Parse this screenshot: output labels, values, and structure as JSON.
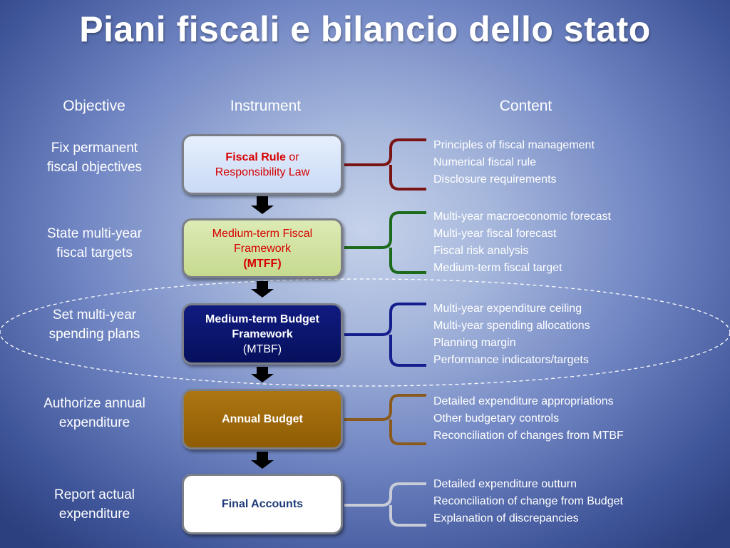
{
  "title": "Piani fiscali e bilancio dello stato",
  "columns": {
    "objective": "Objective",
    "instrument": "Instrument",
    "content": "Content"
  },
  "rows": [
    {
      "objective": [
        "Fix permanent",
        "fiscal objectives"
      ],
      "instrument": {
        "line1_bold": "Fiscal Rule",
        "line1_rest": " or",
        "line2": "Responsibility Law"
      },
      "content": [
        "Principles of fiscal management",
        "Numerical fiscal rule",
        "Disclosure requirements"
      ],
      "bracket_color": "#7a1414"
    },
    {
      "objective": [
        "State multi-year",
        "fiscal targets"
      ],
      "instrument": {
        "line1": "Medium-term Fiscal",
        "line2": "Framework",
        "line3": "(MTFF)"
      },
      "content": [
        "Multi-year macroeconomic forecast",
        "Multi-year fiscal forecast",
        "Fiscal risk analysis",
        "Medium-term fiscal target"
      ],
      "bracket_color": "#1c6a1c"
    },
    {
      "objective": [
        "Set multi-year",
        "spending plans"
      ],
      "instrument": {
        "line1": "Medium-term Budget",
        "line2": "Framework",
        "line3": "(MTBF)"
      },
      "content": [
        "Multi-year expenditure ceiling",
        "Multi-year spending allocations",
        "Planning margin",
        "Performance indicators/targets"
      ],
      "bracket_color": "#141e8c"
    },
    {
      "objective": [
        "Authorize annual",
        "expenditure"
      ],
      "instrument": {
        "line1": "Annual Budget"
      },
      "content": [
        "Detailed expenditure appropriations",
        "Other budgetary controls",
        "Reconciliation of changes from MTBF"
      ],
      "bracket_color": "#8a5a1c"
    },
    {
      "objective": [
        "Report actual",
        "expenditure"
      ],
      "instrument": {
        "line1": "Final Accounts"
      },
      "content": [
        "Detailed expenditure outturn",
        "Reconciliation of change from Budget",
        "Explanation of discrepancies"
      ],
      "bracket_color": "#c8ccd8"
    }
  ],
  "colors": {
    "fiscal_rule_fill": "#dbe8fb",
    "mtff_fill": "#d3e3a6",
    "mtbf_fill": "#0a1570",
    "annual_budget_fill": "#a06a08",
    "final_accounts_fill": "#ffffff",
    "instrument_red": "#d60000",
    "final_accounts_text": "#1e3a78",
    "arrow": "#000000",
    "ellipse": "#ffffff"
  }
}
